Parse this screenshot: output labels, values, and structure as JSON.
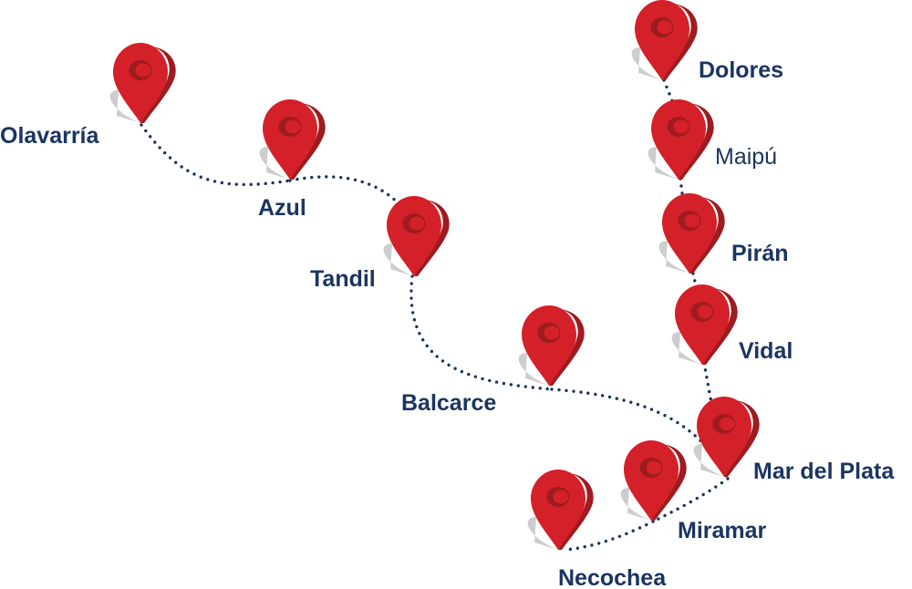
{
  "map": {
    "colors": {
      "route": "#1b3560",
      "label": "#1b3560",
      "pin_front": "#d42029",
      "pin_side": "#9e1b1f",
      "pin_shadow": "#c8c8c8"
    },
    "cities": {
      "olavarria": {
        "label": "Olavarría",
        "weight": "bold"
      },
      "azul": {
        "label": "Azul",
        "weight": "bold"
      },
      "tandil": {
        "label": "Tandil",
        "weight": "bold"
      },
      "balcarce": {
        "label": "Balcarce",
        "weight": "bold"
      },
      "mar_del_plata": {
        "label": "Mar del Plata",
        "weight": "bold"
      },
      "miramar": {
        "label": "Miramar",
        "weight": "bold"
      },
      "necochea": {
        "label": "Necochea",
        "weight": "bold"
      },
      "dolores": {
        "label": "Dolores",
        "weight": "bold"
      },
      "maipu": {
        "label": "Maipú",
        "weight": "regular"
      },
      "piran": {
        "label": "Pirán",
        "weight": "bold"
      },
      "vidal": {
        "label": "Vidal",
        "weight": "bold"
      }
    }
  }
}
